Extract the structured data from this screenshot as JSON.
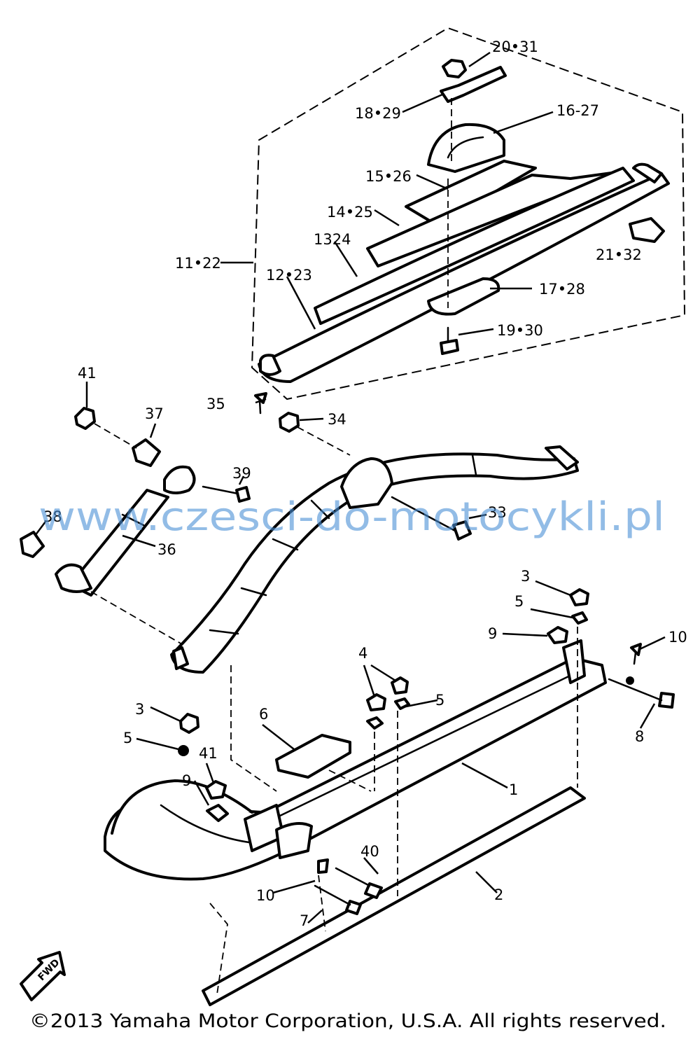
{
  "watermark": "www.czesci-do-motocykli.pl",
  "copyright": "©2013 Yamaha Motor Corporation, U.S.A. All rights reserved.",
  "front_marker": "FWD",
  "callouts": {
    "c20_31": "20•31",
    "c18_29": "18•29",
    "c16_27": "16-27",
    "c15_26": "15•26",
    "c14_25": "14•25",
    "c13_24": "1324",
    "c11_22": "11•22",
    "c12_23": "12•23",
    "c21_32": "21•32",
    "c17_28": "17•28",
    "c19_30": "19•30",
    "c41a": "41",
    "c37": "37",
    "c35": "35",
    "c34": "34",
    "c39": "39",
    "c38": "38",
    "c36": "36",
    "c33": "33",
    "c3a": "3",
    "c5a": "5",
    "c9a": "9",
    "c10a": "10",
    "c4": "4",
    "c5b": "5",
    "c6": "6",
    "c8": "8",
    "c3b": "3",
    "c5c": "5",
    "c41b": "41",
    "c9b": "9",
    "c1": "1",
    "c40": "40",
    "c10b": "10",
    "c7": "7",
    "c2": "2"
  }
}
